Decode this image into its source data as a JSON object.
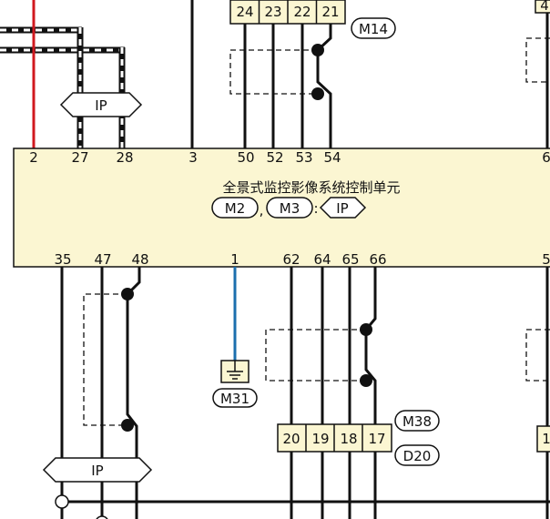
{
  "module": {
    "title": "全景式监控影像系统控制单元",
    "connectors": [
      "M2",
      "M3"
    ],
    "separator": ",",
    "colon": ":",
    "network_tag": "IP"
  },
  "top_pins": [
    {
      "id": "tp-2",
      "label": "2"
    },
    {
      "id": "tp-27",
      "label": "27"
    },
    {
      "id": "tp-28",
      "label": "28"
    },
    {
      "id": "tp-3",
      "label": "3"
    },
    {
      "id": "tp-50",
      "label": "50"
    },
    {
      "id": "tp-52",
      "label": "52"
    },
    {
      "id": "tp-53",
      "label": "53"
    },
    {
      "id": "tp-54",
      "label": "54"
    },
    {
      "id": "tp-6",
      "label": "6"
    }
  ],
  "bottom_pins": [
    {
      "id": "bp-35",
      "label": "35"
    },
    {
      "id": "bp-47",
      "label": "47"
    },
    {
      "id": "bp-48",
      "label": "48"
    },
    {
      "id": "bp-1",
      "label": "1"
    },
    {
      "id": "bp-62",
      "label": "62"
    },
    {
      "id": "bp-64",
      "label": "64"
    },
    {
      "id": "bp-65",
      "label": "65"
    },
    {
      "id": "bp-66",
      "label": "66"
    },
    {
      "id": "bp-5",
      "label": "5"
    }
  ],
  "top_connector": {
    "pins": [
      "24",
      "23",
      "22",
      "21"
    ],
    "tag": "M14"
  },
  "bottom_connector": {
    "pins": [
      "20",
      "19",
      "18",
      "17"
    ],
    "tags": [
      "M38",
      "D20"
    ]
  },
  "ground": {
    "tag": "M31"
  },
  "ip_tags": [
    "IP",
    "IP"
  ],
  "right_edge_pins": [
    "4",
    "1"
  ],
  "colors": {
    "module_fill": "#fbf6d2",
    "pin_box_fill": "#fbf6d2",
    "red_wire": "#d0191f",
    "blue_wire": "#1b6fae",
    "wire": "#111111"
  }
}
